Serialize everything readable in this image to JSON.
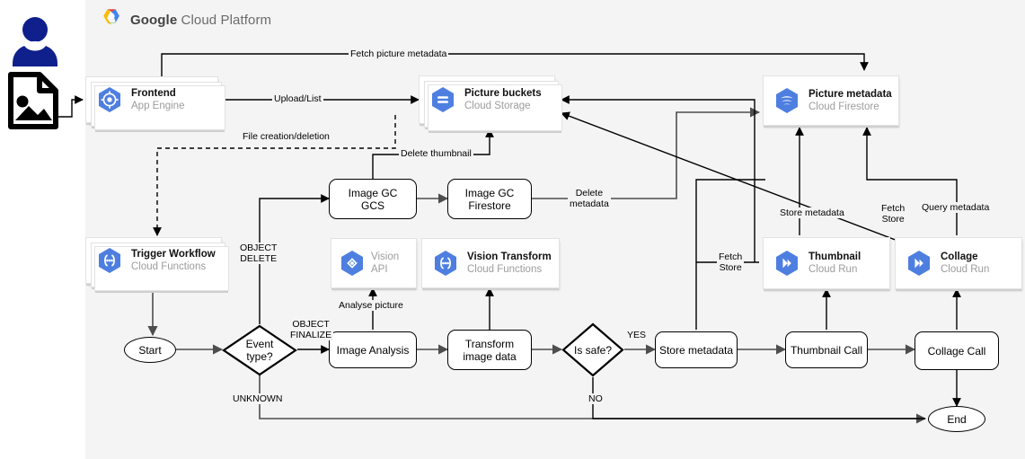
{
  "header": {
    "brand_bold": "Google",
    "brand_rest": " Cloud Platform",
    "logo_icon": "gcp-hexagon-logo",
    "colors": {
      "blue": "#4285f4",
      "red": "#ea4335",
      "yellow": "#fbbc05",
      "green": "#34a853",
      "panel": "#f4f4f4",
      "actor": "#0f1f8c"
    }
  },
  "actor": {
    "person_icon": "user-person-icon",
    "file_icon": "image-file-icon"
  },
  "services": [
    {
      "id": "frontend",
      "title": "Frontend",
      "subtitle": "App Engine",
      "icon": "app-engine-icon",
      "stacked": true,
      "muted": false
    },
    {
      "id": "picture-buckets",
      "title": "Picture buckets",
      "subtitle": "Cloud Storage",
      "icon": "cloud-storage-icon",
      "stacked": true,
      "muted": false
    },
    {
      "id": "picture-metadata",
      "title": "Picture metadata",
      "subtitle": "Cloud Firestore",
      "icon": "cloud-firestore-icon",
      "stacked": false,
      "muted": false
    },
    {
      "id": "trigger-workflow",
      "title": "Trigger Workflow",
      "subtitle": "Cloud Functions",
      "icon": "cloud-functions-icon",
      "stacked": true,
      "muted": false
    },
    {
      "id": "vision-api",
      "title": "Vision",
      "subtitle": "API",
      "icon": "vision-api-icon",
      "stacked": false,
      "muted": true
    },
    {
      "id": "vision-transform",
      "title": "Vision Transform",
      "subtitle": "Cloud Functions",
      "icon": "cloud-functions-icon",
      "stacked": false,
      "muted": false
    },
    {
      "id": "thumbnail",
      "title": "Thumbnail",
      "subtitle": "Cloud Run",
      "icon": "cloud-run-icon",
      "stacked": false,
      "muted": false
    },
    {
      "id": "collage",
      "title": "Collage",
      "subtitle": "Cloud Run",
      "icon": "cloud-run-icon",
      "stacked": false,
      "muted": false
    }
  ],
  "processes": [
    {
      "id": "image-gc-gcs",
      "label": "Image GC\nGCS",
      "line1": "Image GC",
      "line2": "GCS"
    },
    {
      "id": "image-gc-firestore",
      "label": "Image GC\nFirestore",
      "line1": "Image GC",
      "line2": "Firestore"
    },
    {
      "id": "image-analysis",
      "line1": "Image Analysis",
      "line2": ""
    },
    {
      "id": "transform-image-data",
      "line1": "Transform",
      "line2": "image data"
    },
    {
      "id": "store-metadata",
      "line1": "Store metadata",
      "line2": ""
    },
    {
      "id": "thumbnail-call",
      "line1": "Thumbnail Call",
      "line2": ""
    },
    {
      "id": "collage-call",
      "line1": "Collage Call",
      "line2": ""
    }
  ],
  "terminators": [
    {
      "id": "start",
      "label": "Start"
    },
    {
      "id": "end",
      "label": "End"
    }
  ],
  "decisions": [
    {
      "id": "event-type",
      "line1": "Event",
      "line2": "type?"
    },
    {
      "id": "is-safe",
      "line1": "Is safe?",
      "line2": ""
    }
  ],
  "edge_labels": [
    {
      "id": "fetch-picture-metadata",
      "text": "Fetch picture metadata"
    },
    {
      "id": "upload-list",
      "text": "Upload/List"
    },
    {
      "id": "file-creation-deletion",
      "text": "File creation/deletion"
    },
    {
      "id": "delete-thumbnail",
      "text": "Delete thumbnail"
    },
    {
      "id": "delete-metadata",
      "line1": "Delete",
      "line2": "metadata"
    },
    {
      "id": "object-delete",
      "line1": "OBJECT",
      "line2": "DELETE"
    },
    {
      "id": "object-finalize",
      "line1": "OBJECT",
      "line2": "FINALIZE"
    },
    {
      "id": "unknown",
      "text": "UNKNOWN"
    },
    {
      "id": "analyse-picture",
      "text": "Analyse picture"
    },
    {
      "id": "yes",
      "text": "YES"
    },
    {
      "id": "no",
      "text": "NO"
    },
    {
      "id": "fetch-store-left",
      "line1": "Fetch",
      "line2": "Store"
    },
    {
      "id": "fetch-store-right",
      "line1": "Fetch",
      "line2": "Store"
    },
    {
      "id": "store-metadata-label",
      "text": "Store metadata"
    },
    {
      "id": "query-metadata",
      "text": "Query metadata"
    }
  ]
}
